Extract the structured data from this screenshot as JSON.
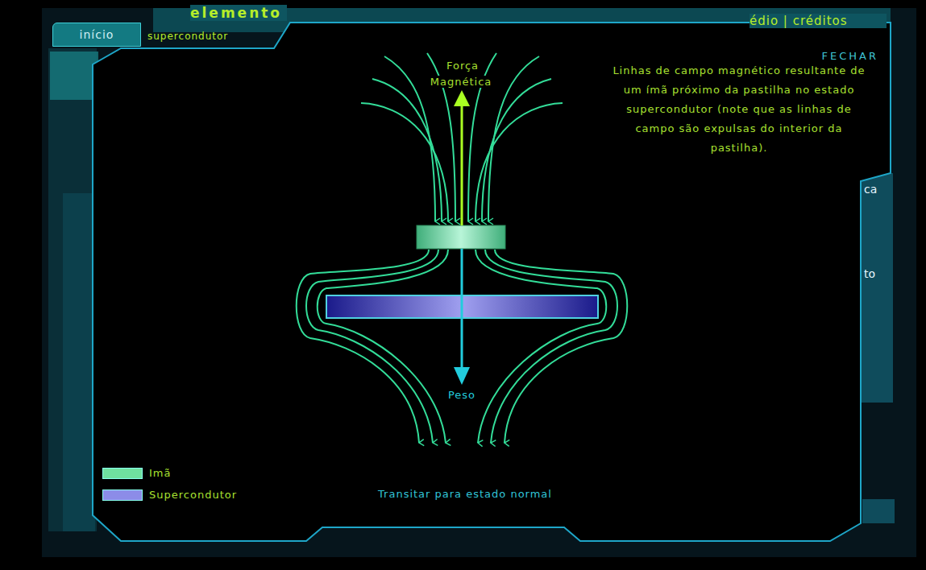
{
  "diagram": {
    "nodes": [
      {
        "text": [
          "início"
        ]
      }
    ],
    "labels": [
      "elemento",
      "édio | créditos",
      "supercondutor",
      "FECHAR",
      "Linhas de campo magnético resultante de um ímã próximo da pastilha no estado supercondutor (note que as linhas de campo são expulsas do interior da pastilha).",
      "ca",
      "to",
      "Força Magnética",
      "Peso",
      "Transitar para estado normal"
    ],
    "legend": [
      {
        "text": "Imã",
        "color": "#6fe0a0"
      },
      {
        "text": "Supercondutor",
        "color": "#8c8ce8"
      }
    ]
  }
}
